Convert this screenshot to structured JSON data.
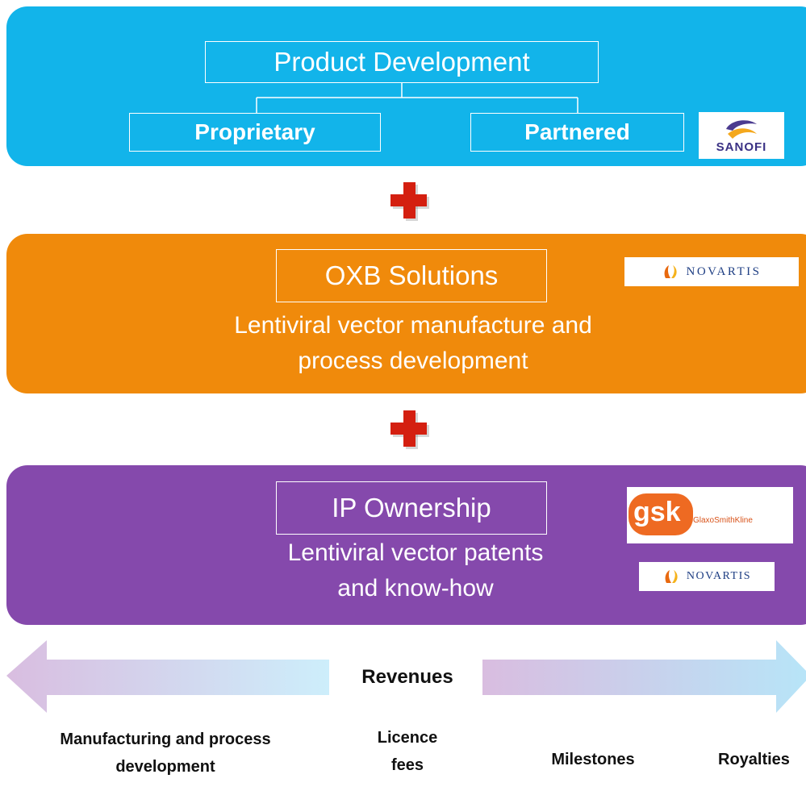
{
  "product_development": {
    "title": "Product Development",
    "proprietary": "Proprietary",
    "partnered": "Partnered",
    "partner_logo": "SANOFI"
  },
  "oxb_solutions": {
    "title": "OXB Solutions",
    "description_line1": "Lentiviral vector manufacture and",
    "description_line2": "process development",
    "partner_logo": "NOVARTIS"
  },
  "ip_ownership": {
    "title": "IP Ownership",
    "description_line1": "Lentiviral vector patents",
    "description_line2": "and know-how",
    "partner_logo_1_main": "gsk",
    "partner_logo_1_sub": "GlaxoSmithKline",
    "partner_logo_2": "NOVARTIS"
  },
  "revenues": {
    "label": "Revenues",
    "streams": [
      {
        "line1": "Manufacturing and process",
        "line2": "development"
      },
      {
        "line1": "Licence",
        "line2": "fees"
      },
      {
        "line1": "Milestones"
      },
      {
        "line1": "Royalties"
      }
    ]
  },
  "colors": {
    "product_panel": "#12b4ea",
    "oxb_panel": "#f08a0b",
    "ip_panel": "#8549ac",
    "plus": "#d41f10"
  }
}
